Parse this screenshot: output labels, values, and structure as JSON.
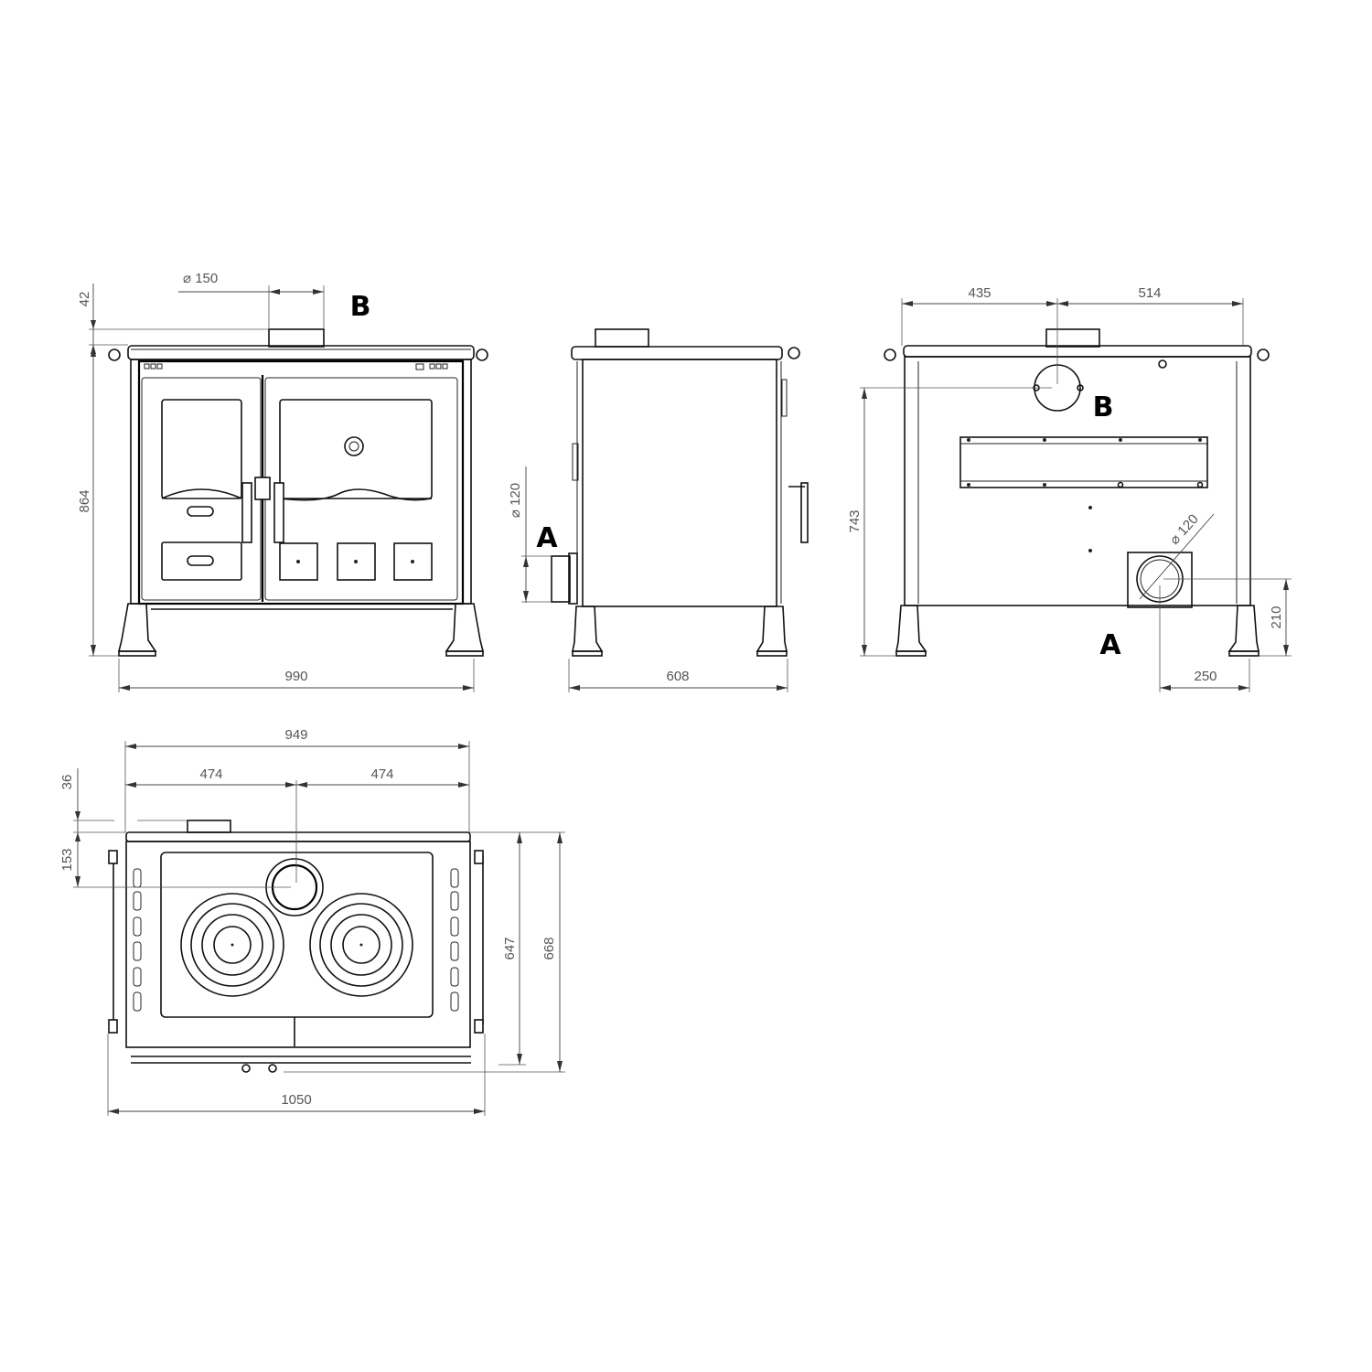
{
  "drawing": {
    "views": {
      "front": {
        "labels": {
          "flue_outlet": "B"
        },
        "dimensions": {
          "flue_diameter": "⌀ 150",
          "flue_height": "42",
          "overall_height": "864",
          "overall_width": "990"
        }
      },
      "side": {
        "labels": {
          "air_inlet": "A"
        },
        "dimensions": {
          "air_inlet_diameter": "⌀ 120",
          "depth": "608"
        }
      },
      "rear": {
        "labels": {
          "flue_outlet": "B",
          "air_inlet": "A"
        },
        "dimensions": {
          "flue_left_offset": "435",
          "flue_right_offset": "514",
          "flue_center_height": "743",
          "air_inlet_diameter": "⌀ 120",
          "air_inlet_height": "210",
          "air_inlet_side_offset": "250"
        }
      },
      "top": {
        "dimensions": {
          "body_width": "949",
          "flue_left_offset": "474",
          "flue_right_offset": "474",
          "flue_projection": "36",
          "flue_center_depth": "153",
          "body_depth": "647",
          "overall_depth": "668",
          "overall_width": "1050"
        }
      }
    },
    "colors": {
      "line": "#111111",
      "dimension": "#555555",
      "background": "#ffffff"
    }
  }
}
